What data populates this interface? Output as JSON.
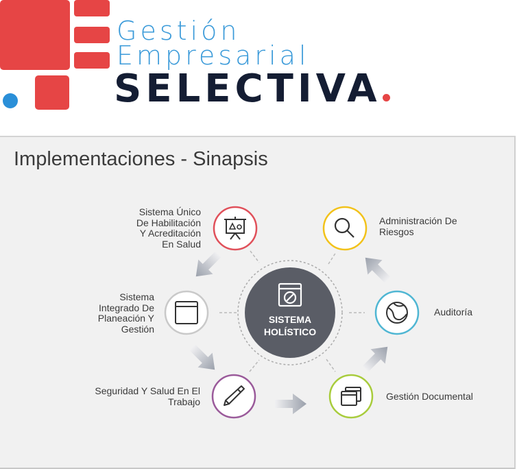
{
  "brand": {
    "line1": "Gestión",
    "line2": "Empresarial",
    "name": "SELECTIVA",
    "colors": {
      "red": "#e64545",
      "blue": "#3a9ad9",
      "navy": "#141d33"
    }
  },
  "panel": {
    "title": "Implementaciones - Sinapsis"
  },
  "center": {
    "label": "SISTEMA\nHOLÍSTICO",
    "icon": "browser-compass-icon",
    "color": "#5a5d66"
  },
  "nodes": [
    {
      "id": "habilitacion",
      "label": "Sistema Único\nDe Habilitación\nY Acreditación\nEn Salud",
      "icon": "presentation-board-icon",
      "color": "#e0505a"
    },
    {
      "id": "planeacion",
      "label": "Sistema\nIntegrado De\nPlaneación Y\nGestión",
      "icon": "browser-window-icon",
      "color": "#c9c9c9"
    },
    {
      "id": "seguridad",
      "label": "Seguridad Y Salud En El\nTrabajo",
      "icon": "pencil-icon",
      "color": "#9a5a9a"
    },
    {
      "id": "documental",
      "label": "Gestión Documental",
      "icon": "stacked-windows-icon",
      "color": "#a8cc3c"
    },
    {
      "id": "auditoria",
      "label": "Auditoría",
      "icon": "globe-icon",
      "color": "#4fb6d3"
    },
    {
      "id": "riesgos",
      "label": "Administración De\nRiesgos",
      "icon": "search-icon",
      "color": "#f2c21a"
    }
  ]
}
